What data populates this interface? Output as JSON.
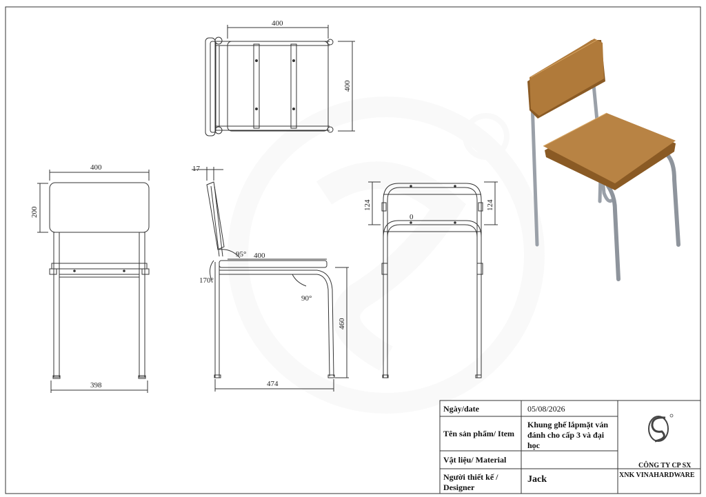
{
  "dimensions": {
    "top_width": "400",
    "top_depth": "400",
    "front_back_width": "400",
    "front_back_height": "200",
    "front_bottom_width": "398",
    "side_top_offset": "17",
    "side_back_angle": "95°",
    "side_seat_depth": "400",
    "side_frame_angle": "170°",
    "side_leg_angle": "90°",
    "side_seat_height": "460",
    "side_bottom_depth": "474",
    "rear_upper_left": "124",
    "rear_upper_right": "124",
    "rear_zero": "0"
  },
  "title_block": {
    "date_label": "Ngày/date",
    "date_value": "05/08/2026",
    "item_label": "Tên sản phẩm/ Item",
    "item_value_line1": "Khung ghế lắpmặt ván",
    "item_value_line2": "đánh cho cấp 3 và đại",
    "item_value_line3": "học",
    "material_label": "Vật liệu/ Material",
    "material_value": "",
    "designer_label_line1": "Người thiết kế /",
    "designer_label_line2": "Designer",
    "designer_value": "Jack",
    "company_line1": "CÔNG TY CP SX",
    "company_line2": "XNK VINAHARDWARE"
  },
  "colors": {
    "line": "#333333",
    "wood": "#b07a3a",
    "wood_dark": "#8a5a24",
    "metal": "#9aa0a8",
    "watermark": "#eeeeee"
  }
}
